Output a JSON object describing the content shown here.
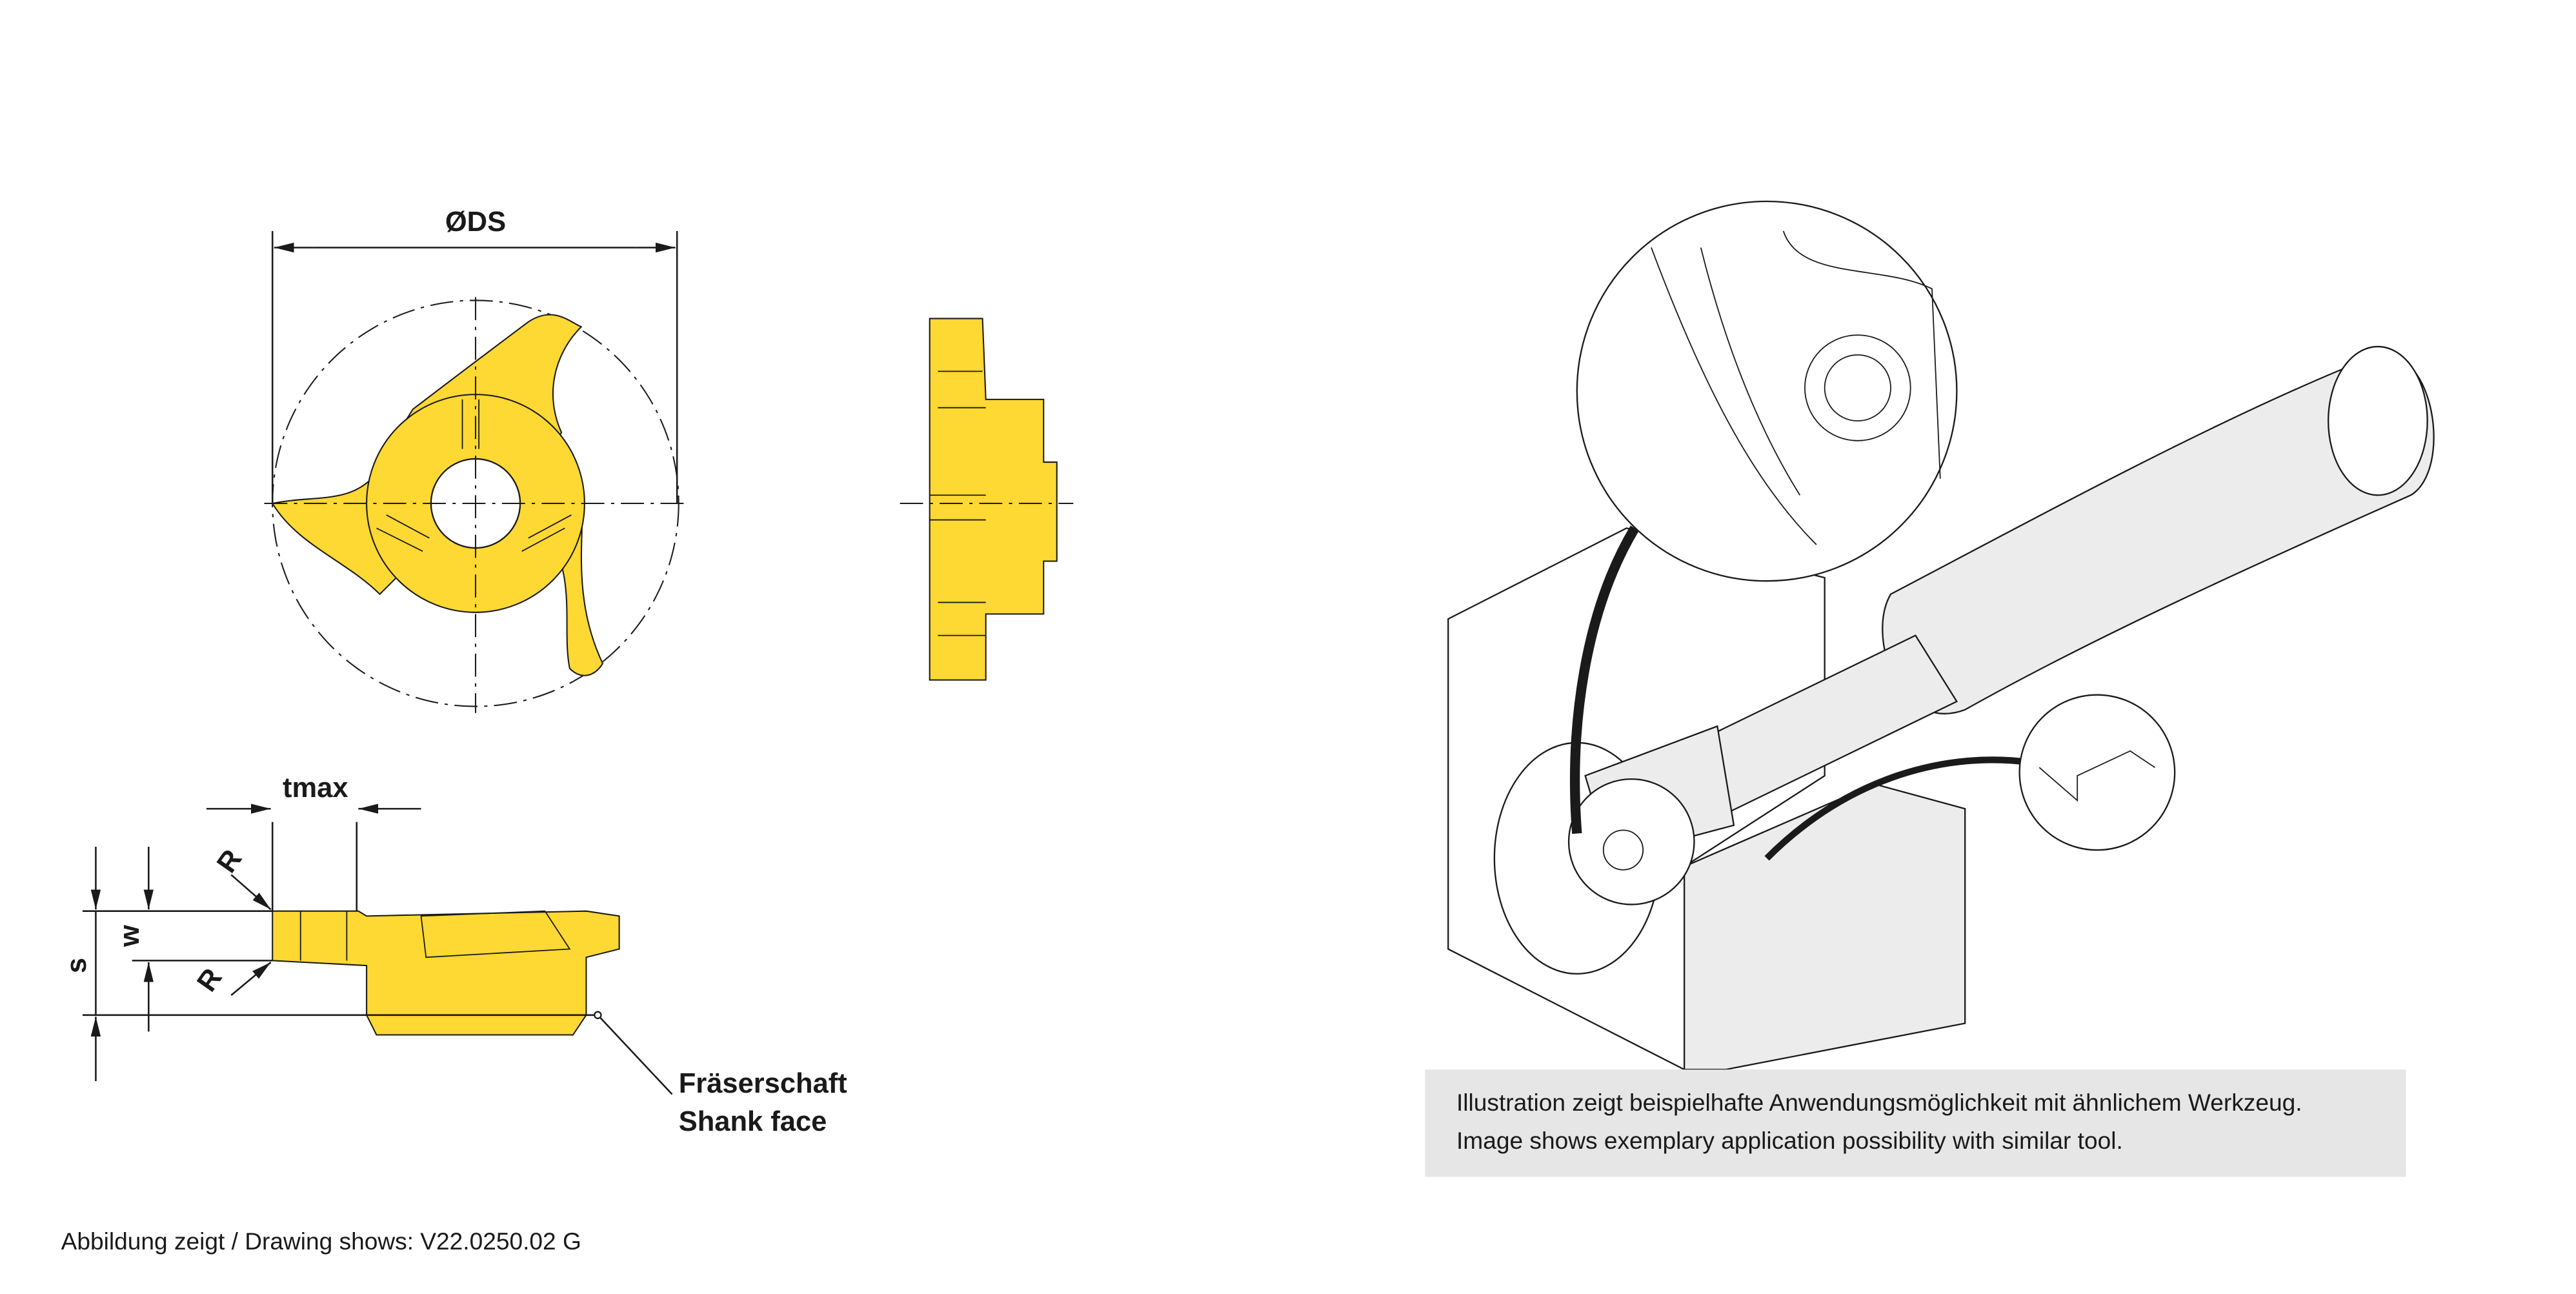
{
  "drawing": {
    "labels": {
      "diameter": "ØDS",
      "tmax": "tmax",
      "s": "s",
      "w": "w",
      "radius_top": "R",
      "radius_bottom": "R",
      "shank_face_de": "Fräserschaft",
      "shank_face_en": "Shank face"
    },
    "caption": "Abbildung zeigt / Drawing shows: V22.0250.02 G",
    "colors": {
      "insert": "#fed833",
      "note_bg": "#e6e6e6"
    }
  },
  "illustration": {
    "note_de": "Illustration zeigt beispielhafte Anwendungsmöglichkeit mit ähnlichem Werkzeug.",
    "note_en": "Image shows exemplary application possibility with similar tool."
  }
}
